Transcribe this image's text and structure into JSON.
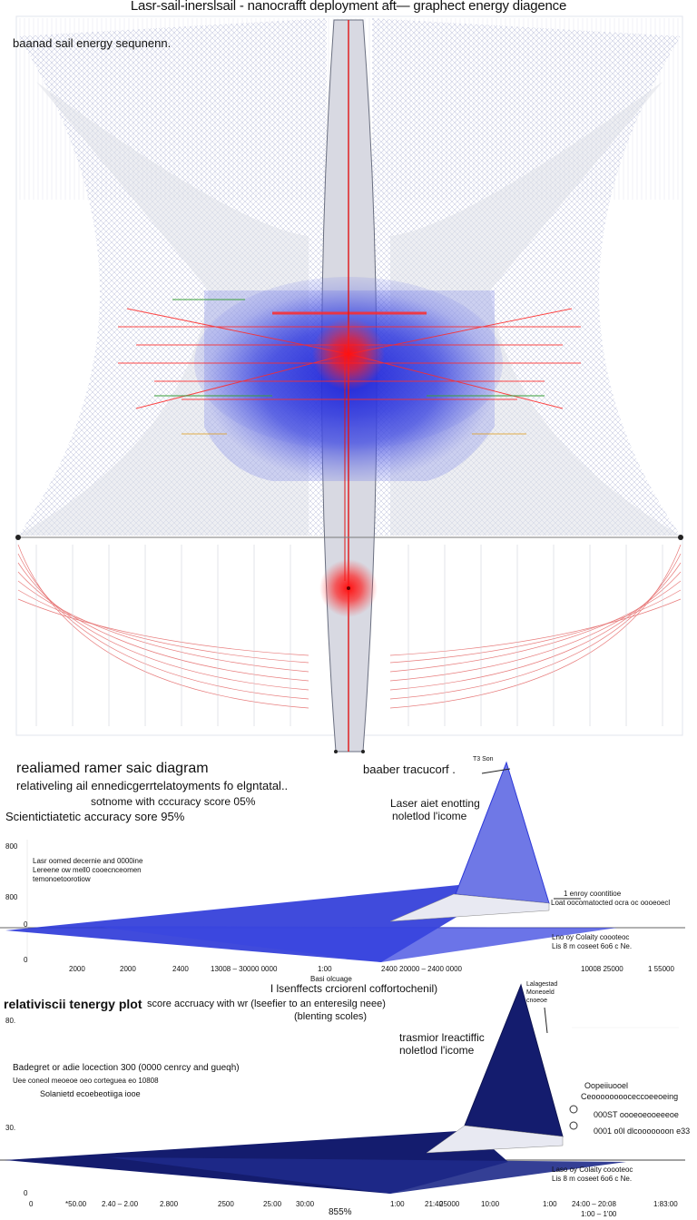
{
  "header": {
    "title": "Lasr-sail-inerslsail - nanocrafft deployment aft—    graphect energy diagence",
    "subtitle": "baanad sail energy sequnenn."
  },
  "section2": {
    "heading": "realiamed ramer saic diagram",
    "line2": "relativeling ail ennedicgerrtelatoyments fo elgntatal..",
    "line3": "sotnome with cccuracy score 05%",
    "line4": "Scientictiatetic accuracy sore 95%",
    "right_title": "baaber tracucorf .",
    "top_note": "T3 Son",
    "peak_label_1": "Laser aiet enotting",
    "peak_label_2": "noletlod l'icome",
    "left_note": [
      "Lasr oomed decernie and 0000ine",
      "Lereene ow mell0 cooecnceomen",
      "temonoetoorotiow"
    ],
    "mid_right": [
      "1 enroy coontitioe",
      "Loat oocomatocted ocra oc oooeoecl"
    ],
    "low_right": [
      "Lno oy Colaity coooteoc",
      "Lis 8 m coseet 6o6 c Ne."
    ],
    "y_ticks": [
      "800",
      "800",
      "0",
      "0"
    ],
    "x_ticks": [
      "2000",
      "2000",
      "2400",
      "13008 – 30000 0000",
      "1:00",
      "2400 20000 – 2400 0000",
      "10008 25000",
      "1 55000"
    ],
    "axis_mid": "Basi olcuage"
  },
  "section3": {
    "center_line1": "I lsenffects crciorenl coffortochenil)",
    "title_bold": "relativiscii tenergy plot",
    "title_rest": "score accruacy with wr (lseefier to an enteresilg neee)",
    "center_line2": "(blenting scoles)",
    "peak_label_1": "trasmior lreactiffic",
    "peak_label_2": "noletlod l'icome",
    "top_note": [
      "Lalagestad",
      "Moneoeld",
      "cnoeoe"
    ],
    "left_note": [
      "Badegret or adie locection 300 (0000 cenrcy and gueqh)",
      "Uee coneol meoeoe oeo corteguea eo 10808",
      "Solanietd ecoebeotiiga iooe"
    ],
    "opt_title": "Oopeiiuooel",
    "opt_sub": "Ceooooooooceccoeeoeing",
    "options": [
      "000ST oooeoeooeeeoe",
      "0001 o0l dlcooooooon e33"
    ],
    "low_right": [
      "Laso oy Colaity coooteoc",
      "Lis 8 m coseet 6o6 c Ne."
    ],
    "y_ticks": [
      "80.",
      "30.",
      "0"
    ],
    "x_ticks": [
      "0",
      "*50.00",
      "2.40 – 2.00",
      "2.800",
      "2500",
      "25:00",
      "30:00",
      "1:00",
      "21:40",
      "25000",
      "10:00",
      "1:00",
      "24:00 – 20:08",
      "1:00 – 1'00",
      "1:83:00"
    ],
    "bottom_center": "855%"
  },
  "colors": {
    "blue": "#2b37d8",
    "red": "#e01414",
    "navy": "#141c6e",
    "grey": "#dfe0e8"
  }
}
